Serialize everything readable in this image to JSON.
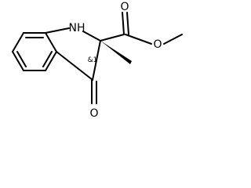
{
  "molecule": {
    "atoms": {
      "nh": "NH",
      "o_ketone": "O",
      "o_carbonyl": "O",
      "o_ester": "O"
    },
    "stereo_label": "&1",
    "colors": {
      "bond": "#000000",
      "text": "#000000",
      "background": "#ffffff"
    }
  }
}
